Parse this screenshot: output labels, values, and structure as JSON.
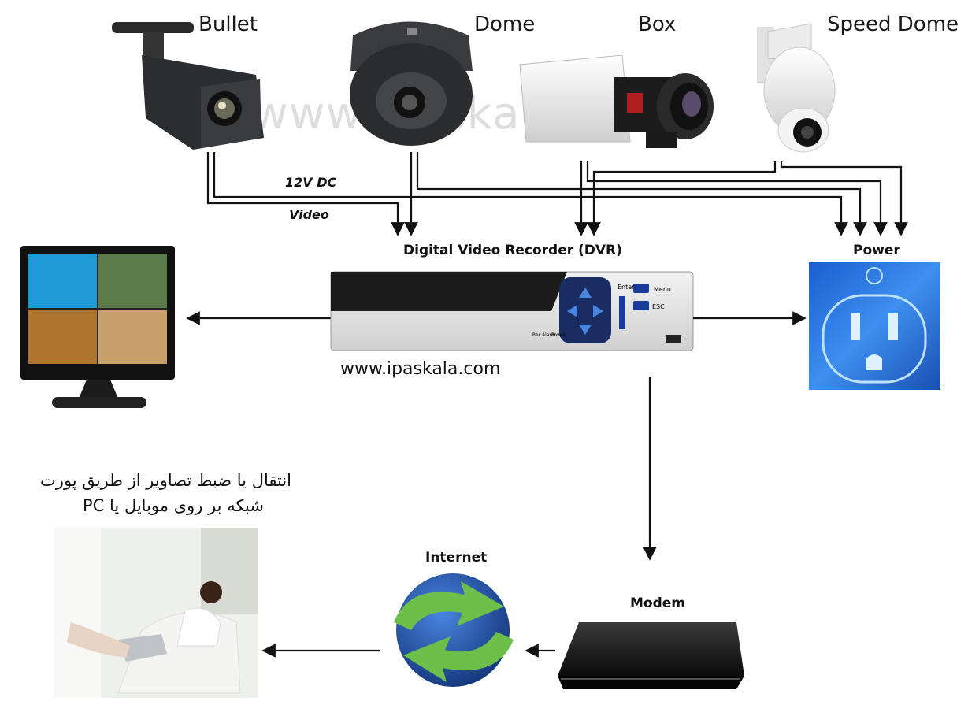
{
  "cameras": {
    "bullet": "Bullet",
    "dome": "Dome",
    "box": "Box",
    "speed_dome": "Speed Dome"
  },
  "wiring": {
    "dc_label": "12V DC",
    "video_label": "Video"
  },
  "dvr": {
    "title": "Digital Video Recorder (DVR)",
    "enter_label": "Enter",
    "menu_label": "Menu",
    "esc_label": "ESC",
    "leds": [
      "Rec",
      "Alarm",
      "Power"
    ]
  },
  "power": {
    "label": "Power"
  },
  "website": "www.ipaskala.com",
  "watermark": "www.ipaskala.com",
  "internet": {
    "label": "Internet"
  },
  "modem": {
    "label": "Modem"
  },
  "remote_text": {
    "line1": "انتقال یا ضبط تصاویر از طریق پورت",
    "line2": "شبکه بر روی موبایل یا PC"
  },
  "colors": {
    "outlet_blue": "#1e6fd6",
    "globe_blue": "#1f4fa8",
    "arrow_green": "#6cc04a",
    "dvr_dark": "#1c1c1c"
  }
}
